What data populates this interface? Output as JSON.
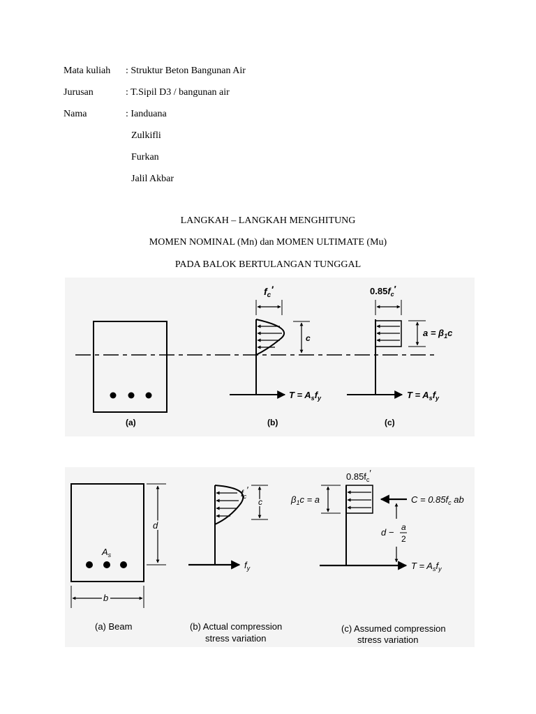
{
  "header": {
    "rows": [
      {
        "label": "Mata kuliah",
        "value": ": Struktur Beton Bangunan Air"
      },
      {
        "label": "Jurusan",
        "value": ": T.Sipil D3 / bangunan air"
      },
      {
        "label": "Nama",
        "value": ": Ianduana"
      }
    ],
    "extra_names": [
      "Zulkifli",
      "Furkan",
      "Jalil Akbar"
    ]
  },
  "title": {
    "line1": "LANGKAH – LANGKAH MENGHITUNG",
    "line2": "MOMEN NOMINAL (Mn) dan MOMEN ULTIMATE (Mu)",
    "line3": "PADA BALOK BERTULANGAN TUNGGAL"
  },
  "figure1": {
    "fc_label": "f",
    "fc_sub": "c",
    "fc_prime": "′",
    "c_label": "c",
    "fc85_prefix": "0.85",
    "a_label": "a = β",
    "a_sub": "1",
    "a_tail": "c",
    "T_b": "T = A",
    "T_sub_s": "s",
    "T_tail": "f",
    "T_sub_y": "y",
    "cap_a": "(a)",
    "cap_b": "(b)",
    "cap_c": "(c)"
  },
  "figure2": {
    "d_label": "d",
    "As_label": "A",
    "As_sub": "s",
    "b_label": "b",
    "fc_label": "f",
    "fc_sub": "c",
    "fc_prime": "′",
    "c_label": "c",
    "fy_label": "f",
    "fy_sub": "y",
    "fc85_label": "0.85f",
    "fc85_sub": "c",
    "beta_label": "β",
    "beta_sub": "1",
    "beta_tail": "c = a",
    "C_label": "C = 0.85f",
    "C_sub": "c",
    "C_tail": " ab",
    "dminus_label": "d −",
    "frac_top": "a",
    "frac_bottom": "2",
    "T_label": "T = A",
    "T_sub_s": "s",
    "T_tail": "f",
    "T_sub_y": "y",
    "cap_a": "(a) Beam",
    "cap_b1": "(b) Actual compression",
    "cap_b2": "stress variation",
    "cap_c1": "(c) Assumed compression",
    "cap_c2": "stress variation"
  },
  "colors": {
    "figure_bg": "#f4f4f4",
    "ink": "#000000"
  }
}
